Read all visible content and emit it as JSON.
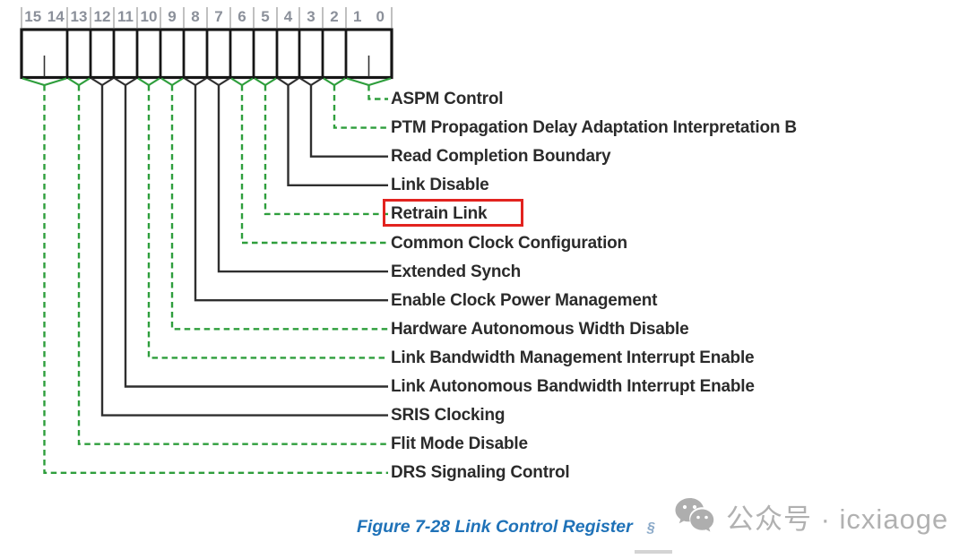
{
  "register": {
    "bit_numbers": [
      "15",
      "14",
      "13",
      "12",
      "11",
      "10",
      "9",
      "8",
      "7",
      "6",
      "5",
      "4",
      "3",
      "2",
      "1",
      "0"
    ],
    "fields": [
      {
        "bits": "1:0",
        "label": "ASPM Control",
        "style": "green-dashed",
        "highlight": false
      },
      {
        "bits": "2",
        "label": "PTM Propagation Delay Adaptation Interpretation B",
        "style": "green-dashed",
        "highlight": false
      },
      {
        "bits": "3",
        "label": "Read Completion Boundary",
        "style": "black-solid",
        "highlight": false
      },
      {
        "bits": "4",
        "label": "Link Disable",
        "style": "black-solid",
        "highlight": false
      },
      {
        "bits": "5",
        "label": "Retrain Link",
        "style": "green-dashed",
        "highlight": true
      },
      {
        "bits": "6",
        "label": "Common Clock Configuration",
        "style": "green-dashed",
        "highlight": false
      },
      {
        "bits": "7",
        "label": "Extended Synch",
        "style": "black-solid",
        "highlight": false
      },
      {
        "bits": "8",
        "label": "Enable Clock Power Management",
        "style": "black-solid",
        "highlight": false
      },
      {
        "bits": "9",
        "label": "Hardware Autonomous Width Disable",
        "style": "green-dashed",
        "highlight": false
      },
      {
        "bits": "10",
        "label": "Link Bandwidth Management Interrupt Enable",
        "style": "green-dashed",
        "highlight": false
      },
      {
        "bits": "11",
        "label": "Link Autonomous Bandwidth Interrupt Enable",
        "style": "black-solid",
        "highlight": false
      },
      {
        "bits": "12",
        "label": "SRIS Clocking",
        "style": "black-solid",
        "highlight": false
      },
      {
        "bits": "13",
        "label": "Flit Mode Disable",
        "style": "green-dashed",
        "highlight": false
      },
      {
        "bits": "15:14",
        "label": "DRS Signaling Control",
        "style": "green-dashed",
        "highlight": false
      }
    ]
  },
  "caption": {
    "text": "Figure 7-28 Link Control Register",
    "section_mark": "§"
  },
  "watermark": {
    "text": "公众号 · icxiaoge"
  },
  "colors": {
    "green": "#2e9e3c",
    "line_black": "#2f2f2f",
    "box_border": "#161616",
    "highlight_red": "#e2231f",
    "caption_blue": "#1f72b8",
    "bit_number_gray": "#8b909a",
    "watermark_gray": "#b1b1b1"
  }
}
